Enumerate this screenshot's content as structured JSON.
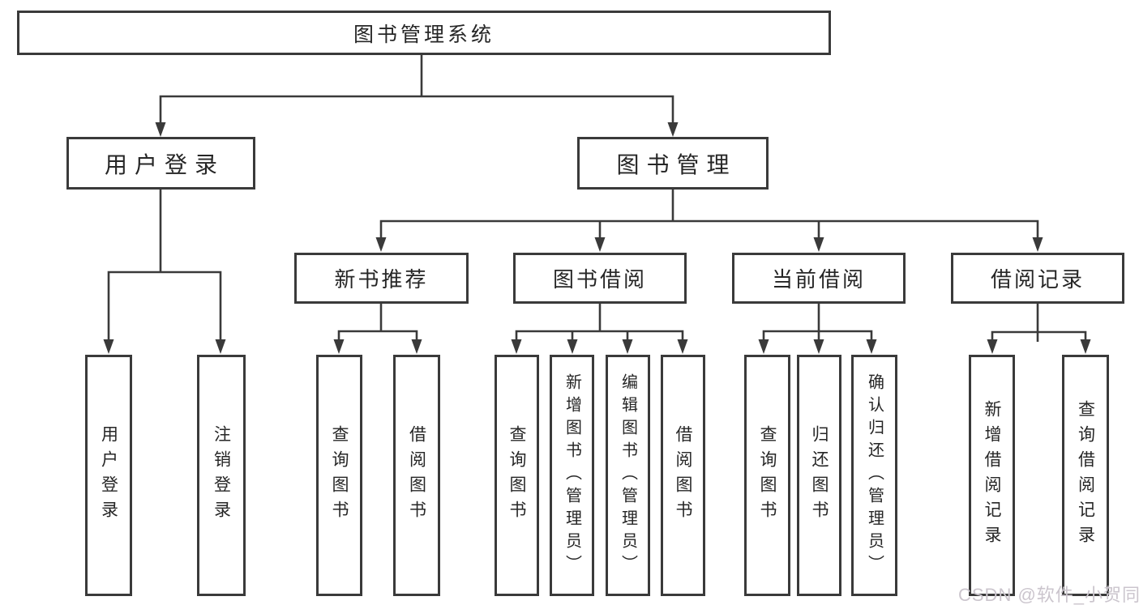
{
  "tree": {
    "root": {
      "label": "图书管理系统"
    },
    "branches": [
      {
        "label": "用户登录",
        "children": [
          "用户登录",
          "注销登录"
        ]
      },
      {
        "label": "图书管理",
        "groups": [
          {
            "label": "新书推荐",
            "children": [
              "查询图书",
              "借阅图书"
            ]
          },
          {
            "label": "图书借阅",
            "children": [
              "查询图书",
              "新增图书（管理员）",
              "编辑图书（管理员）",
              "借阅图书"
            ]
          },
          {
            "label": "当前借阅",
            "children": [
              "查询图书",
              "归还图书",
              "确认归还（管理员）"
            ]
          },
          {
            "label": "借阅记录",
            "children": [
              "新增借阅记录",
              "查询借阅记录"
            ]
          }
        ]
      }
    ]
  },
  "watermark": "CSDN @软件_小贺同学",
  "colors": {
    "line": "#3a3a3a",
    "text": "#262626",
    "watermark": "#cbc5cd",
    "background": "#ffffff"
  }
}
